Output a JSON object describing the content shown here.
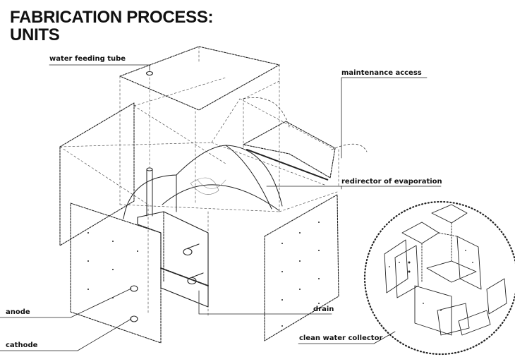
{
  "title": {
    "line1": "FABRICATION PROCESS:",
    "line2": "UNITS"
  },
  "labels": {
    "water_feeding_tube": "water feeding tube",
    "maintenance_access": "maintenance access",
    "redirector_of_evaporation": "redirector of evaporation",
    "anode": "anode",
    "cathode": "cathode",
    "drain": "drain",
    "clean_water_collector": "clean water collector"
  }
}
